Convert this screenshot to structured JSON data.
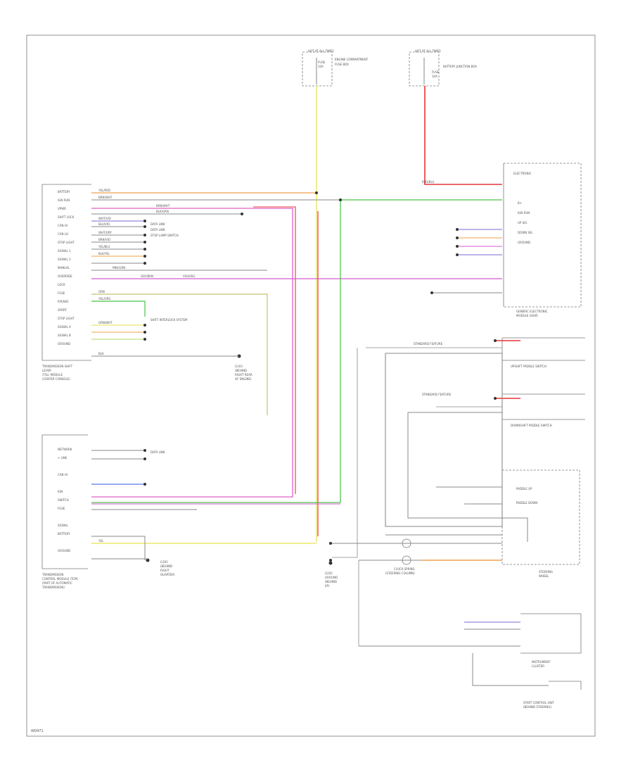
{
  "diagram": {
    "page_ref": "W0471",
    "fuses": [
      {
        "id": "fuse-left",
        "lines": [
          "HOT AT ALL TIMES",
          "FUSE",
          "10A",
          "ENGINE COMPARTMENT",
          "FUSE BOX"
        ]
      },
      {
        "id": "fuse-right",
        "lines": [
          "HOT AT ALL TIMES",
          "FUSE",
          "10A",
          "BATTERY JUNCTION BOX"
        ]
      }
    ],
    "components": {
      "shifter": [
        "TRANSMISSION SHIFT",
        "LEVER",
        "(TSL) MODULE",
        "(CENTER CONSOLE)"
      ],
      "tcm": [
        "TRANSMISSION",
        "CONTROL MODULE (TCM)",
        "(PART OF AUTOMATIC",
        "TRANSMISSION)"
      ],
      "gem": [
        "GENERIC ELECTRONIC",
        "MODULE (GEM)"
      ],
      "upshift": [
        "UPSHIFT PADDLE SWITCH"
      ],
      "downshift": [
        "DOWNSHIFT PADDLE SWITCH"
      ],
      "steering_module": [
        "STEERING",
        "WHEEL"
      ],
      "cluster": [
        "INSTRUMENT",
        "CLUSTER"
      ],
      "start_stop": [
        "START CONTROL UNIT",
        "(BEHIND STEERING)"
      ],
      "clockspring": [
        "CLOCK SPRING",
        "(STEERING COLUMN)"
      ],
      "ground_right": [
        "G202",
        "GROUND",
        "(BEHIND",
        "I/P)"
      ],
      "ground_mid": [
        "G301",
        "(BEHIND",
        "RIGHT",
        "QUARTER)"
      ],
      "ground_left": [
        "G103",
        "(BEHIND",
        "RIGHT REAR",
        "OF ENGINE)"
      ]
    },
    "shifter_pins": [
      "BATTERY",
      "IGN RUN",
      "VPWR",
      "SHIFT LOCK",
      "CAN HI",
      "CAN LO",
      "STOP LIGHT",
      "SIGNAL 1",
      "SIGNAL 2",
      "MANUAL",
      "OVERRIDE",
      "LOCK",
      "FUSE",
      "P/R/N/D",
      "SPORT",
      "STOP LIGHT",
      "SIGNAL A",
      "SIGNAL B",
      "GROUND"
    ],
    "tcm_pins": [
      "NETWORK",
      "+ LINE",
      "",
      "CAN HI",
      "",
      "IGN",
      "SWITCH",
      "FUSE",
      "",
      "SIGNAL",
      "BATTERY",
      "",
      "GROUND"
    ],
    "gem_pins": [
      "B+",
      "IGN RUN",
      "UP SIG",
      "DOWN SIG",
      "GROUND",
      "PADDLE UP",
      "PADDLE DOWN",
      "GROUND"
    ],
    "wire_labels": [
      "YEL/RED",
      "BRN/WHT",
      "BRN/WHT",
      "BLK/GRN",
      "WHT/VIO",
      "BLU/VIO",
      "WHT/GRY",
      "BRN/VIO",
      "YEL/BLU",
      "BLK/YEL",
      "PNK/GRN",
      "GRY/BRN",
      "GRN",
      "YEL/ORG",
      "GRN/WHT",
      "BLK",
      "VIO/ORG",
      "RED/BLU",
      "YEL"
    ],
    "notes": [
      "DATA LINK",
      "DATA LINK",
      "STOP LAMP SWITCH",
      "SHIFT INTERLOCK SYSTEM",
      "STANDARD FEATURE",
      "STANDARD FEATURE",
      "DATA LINK",
      "ELECTRONIC"
    ],
    "colors": {
      "red": "#e8343a",
      "yellow": "#e6e34a",
      "orange": "#f0a04a",
      "green": "#47c247",
      "pink": "#e060c8",
      "magenta": "#d85ad0",
      "purple": "#7a6ad6",
      "blue": "#5a7ae6",
      "gray": "#8a8a8a",
      "lime": "#b6d66a",
      "black": "#333333",
      "olive": "#c8c070"
    }
  }
}
